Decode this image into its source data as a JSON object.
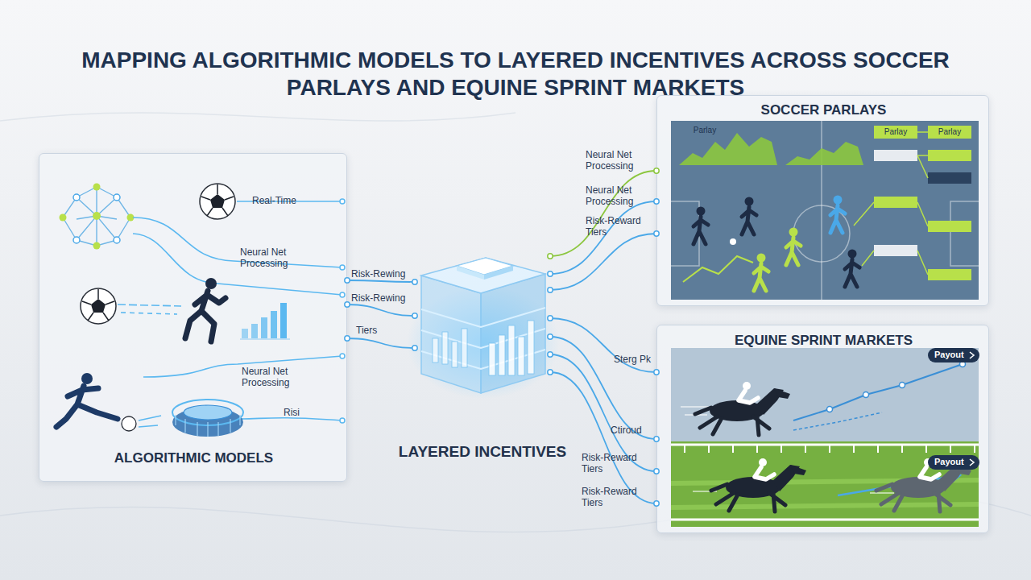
{
  "diagram": {
    "title": "MAPPING ALGORITHMIC MODELS TO LAYERED INCENTIVES ACROSS SOCCER PARLAYS AND EQUINE SPRINT MARKETS",
    "nodes": [
      {
        "text": [
          "ALGORITHMIC MODELS"
        ]
      },
      {
        "text": [
          "LAYERED INCENTIVES"
        ]
      },
      {
        "text": [
          "SOCCER PARLAYS"
        ]
      },
      {
        "text": [
          "EQUINE SPRINT MARKETS"
        ]
      }
    ],
    "edges": [
      {
        "from": 0,
        "to": 1,
        "arrow": "none",
        "label": "Risk-Rewing"
      },
      {
        "from": 0,
        "to": 1,
        "arrow": "none",
        "label": "Risk-Rewing"
      },
      {
        "from": 0,
        "to": 1,
        "arrow": "none",
        "label": "Tiers"
      },
      {
        "from": 1,
        "to": 2,
        "arrow": "none",
        "label": "Neural Net Processing"
      },
      {
        "from": 1,
        "to": 2,
        "arrow": "none",
        "label": "Neural Net Processing"
      },
      {
        "from": 1,
        "to": 2,
        "arrow": "none",
        "label": "Risk-Reward Tiers"
      },
      {
        "from": 1,
        "to": 3,
        "arrow": "none",
        "label": "Sterg Pk"
      },
      {
        "from": 1,
        "to": 3,
        "arrow": "none",
        "label": "Ctiroud"
      },
      {
        "from": 1,
        "to": 3,
        "arrow": "none",
        "label": "Risk-Reward Tiers"
      },
      {
        "from": 1,
        "to": 3,
        "arrow": "none",
        "label": "Risk-Reward Tiers"
      }
    ],
    "labels": [
      "Real-Time",
      "Neural Net Processing",
      "Neural Net Processing",
      "Risi",
      "Parlay",
      "Parlay",
      "Parlay",
      "Payout",
      "Payout"
    ]
  }
}
